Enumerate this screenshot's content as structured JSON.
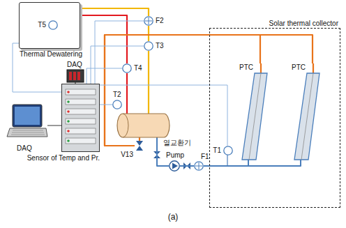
{
  "diagram": {
    "caption": "(a)",
    "nodes": [
      {
        "text": [
          "Thermal Dewatering"
        ]
      },
      {
        "text": [
          "T5"
        ],
        "in": 0
      },
      {
        "text": [
          "DAQ"
        ]
      },
      {
        "text": [
          "DAQ"
        ]
      },
      {
        "text": [
          "F2"
        ]
      },
      {
        "text": [
          "T3"
        ]
      },
      {
        "text": [
          "T4"
        ]
      },
      {
        "text": [
          "T2"
        ]
      },
      {
        "text": [
          "Sensor of Temp and Pr."
        ]
      },
      {
        "text": [
          "열교환기"
        ]
      },
      {
        "text": [
          "V13"
        ]
      },
      {
        "text": [
          "Pump"
        ]
      },
      {
        "text": [
          "F1"
        ]
      },
      {
        "text": [
          "Solar thermal collector"
        ]
      },
      {
        "text": [
          "T1"
        ],
        "in": 13
      },
      {
        "text": [
          "PTC"
        ],
        "in": 13
      },
      {
        "text": [
          "PTC"
        ],
        "in": 13
      }
    ],
    "edges": [
      {
        "from": 0,
        "to": 6,
        "arrow": "none"
      },
      {
        "from": 6,
        "to": 9,
        "arrow": "none"
      },
      {
        "from": 0,
        "to": 4,
        "arrow": "none"
      },
      {
        "from": 4,
        "to": 5,
        "arrow": "none"
      },
      {
        "from": 5,
        "to": 9,
        "arrow": "none"
      },
      {
        "from": 15,
        "to": 10,
        "arrow": "none"
      },
      {
        "from": 16,
        "to": 10,
        "arrow": "none"
      },
      {
        "from": 10,
        "to": 9,
        "arrow": "none"
      },
      {
        "from": 9,
        "to": 11,
        "arrow": "none"
      },
      {
        "from": 11,
        "to": 12,
        "arrow": "none"
      },
      {
        "from": 12,
        "to": 15,
        "arrow": "none"
      },
      {
        "from": 12,
        "to": 16,
        "arrow": "none"
      },
      {
        "from": 8,
        "to": 1,
        "arrow": "none"
      },
      {
        "from": 8,
        "to": 4,
        "arrow": "none"
      },
      {
        "from": 8,
        "to": 5,
        "arrow": "none"
      },
      {
        "from": 8,
        "to": 6,
        "arrow": "none"
      },
      {
        "from": 8,
        "to": 7,
        "arrow": "none"
      },
      {
        "from": 8,
        "to": 14,
        "arrow": "none"
      },
      {
        "from": 3,
        "to": 8,
        "arrow": "none"
      },
      {
        "from": 2,
        "to": 8,
        "arrow": "none"
      }
    ]
  }
}
